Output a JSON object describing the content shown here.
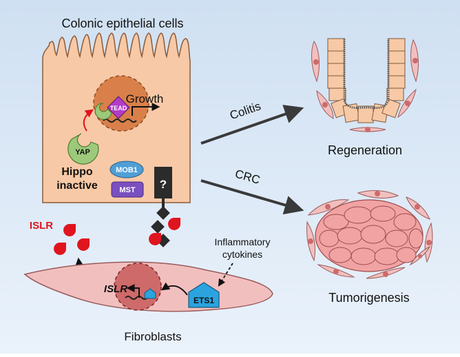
{
  "labels": {
    "epithelial_title": "Colonic epithelial cells",
    "growth": "Growth",
    "tead": "TEAD",
    "yap": "YAP",
    "hippo_line1": "Hippo",
    "hippo_line2": "inactive",
    "mob1": "MOB1",
    "mst": "MST",
    "question": "?",
    "colitis": "Colitis",
    "crc": "CRC",
    "regeneration": "Regeneration",
    "tumorigenesis": "Tumorigenesis",
    "islr_secreted": "ISLR",
    "islr_gene": "ISLR",
    "cytokines_line1": "Inflammatory",
    "cytokines_line2": "cytokines",
    "ets1": "ETS1",
    "fibroblasts": "Fibroblasts"
  },
  "colors": {
    "background_top": "#cfe0f2",
    "background_bottom": "#e8f1fa",
    "epithelial_cell": "#f8c9a6",
    "nucleus": "#d9804a",
    "fibroblast": "#f2bfbf",
    "fibroblast_nucleus": "#cf6a6a",
    "islr_red": "#e0141e",
    "yap_green": "#9cc97a",
    "tead_purple": "#b23cc8",
    "mob1_blue": "#4f9fd6",
    "mst_purple": "#7a4fbf",
    "ets1_blue": "#2aa3df",
    "tumor_pink": "#f1a3a3",
    "arrow_dark": "#3a3a3a"
  }
}
